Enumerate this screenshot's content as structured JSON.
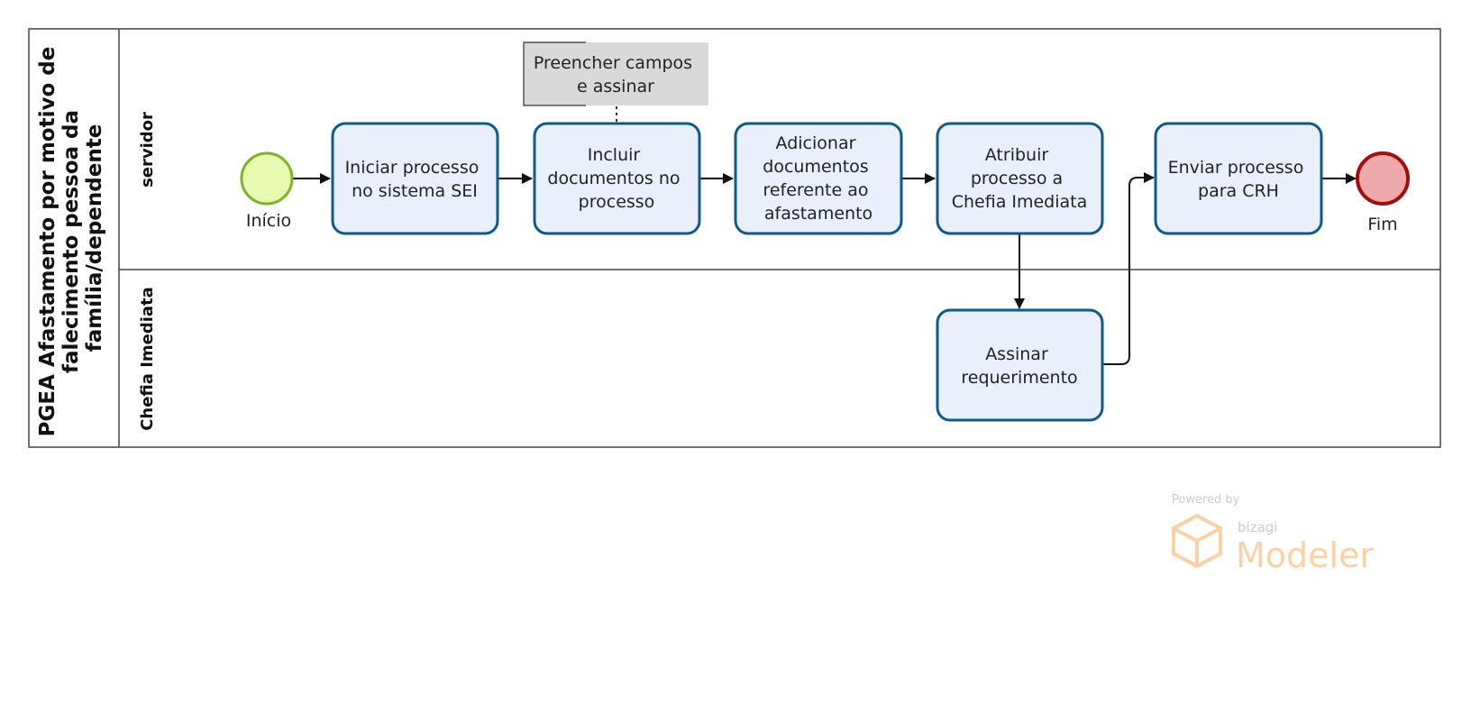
{
  "pool": {
    "title_lines": [
      "PGEA Afastamento por motivo de",
      "falecimento pessoa da",
      "família/dependente"
    ]
  },
  "lanes": [
    {
      "id": "servidor",
      "label": "servidor"
    },
    {
      "id": "chefia",
      "label": "Chefia Imediata"
    }
  ],
  "events": {
    "start": {
      "label": "Início",
      "fill": "#e9fbb0",
      "stroke": "#7bb526"
    },
    "end": {
      "label": "Fim",
      "fill": "#eea9ab",
      "stroke": "#a40d0d"
    }
  },
  "tasks": [
    {
      "id": "t1",
      "lines": [
        "Iniciar processo",
        "no sistema SEI"
      ]
    },
    {
      "id": "t2",
      "lines": [
        "Incluir",
        "documentos no",
        "processo"
      ]
    },
    {
      "id": "t3",
      "lines": [
        "Adicionar",
        "documentos",
        "referente ao",
        "afastamento"
      ]
    },
    {
      "id": "t4",
      "lines": [
        "Atribuir",
        "processo a",
        "Chefia Imediata"
      ]
    },
    {
      "id": "t5",
      "lines": [
        "Enviar processo",
        "para CRH"
      ]
    },
    {
      "id": "t6",
      "lines": [
        "Assinar",
        "requerimento"
      ]
    }
  ],
  "annotation": {
    "lines": [
      "Preencher campos",
      "e assinar"
    ]
  },
  "watermark": {
    "powered_by": "Powered by",
    "brand": "bizagi",
    "product": "Modeler"
  },
  "colors": {
    "task_fill": "#e9f0fb",
    "task_stroke": "#0e5a8c",
    "annotation_fill": "#d9d9d9",
    "pool_border": "#444444",
    "watermark_accent": "#f9cfa0"
  }
}
